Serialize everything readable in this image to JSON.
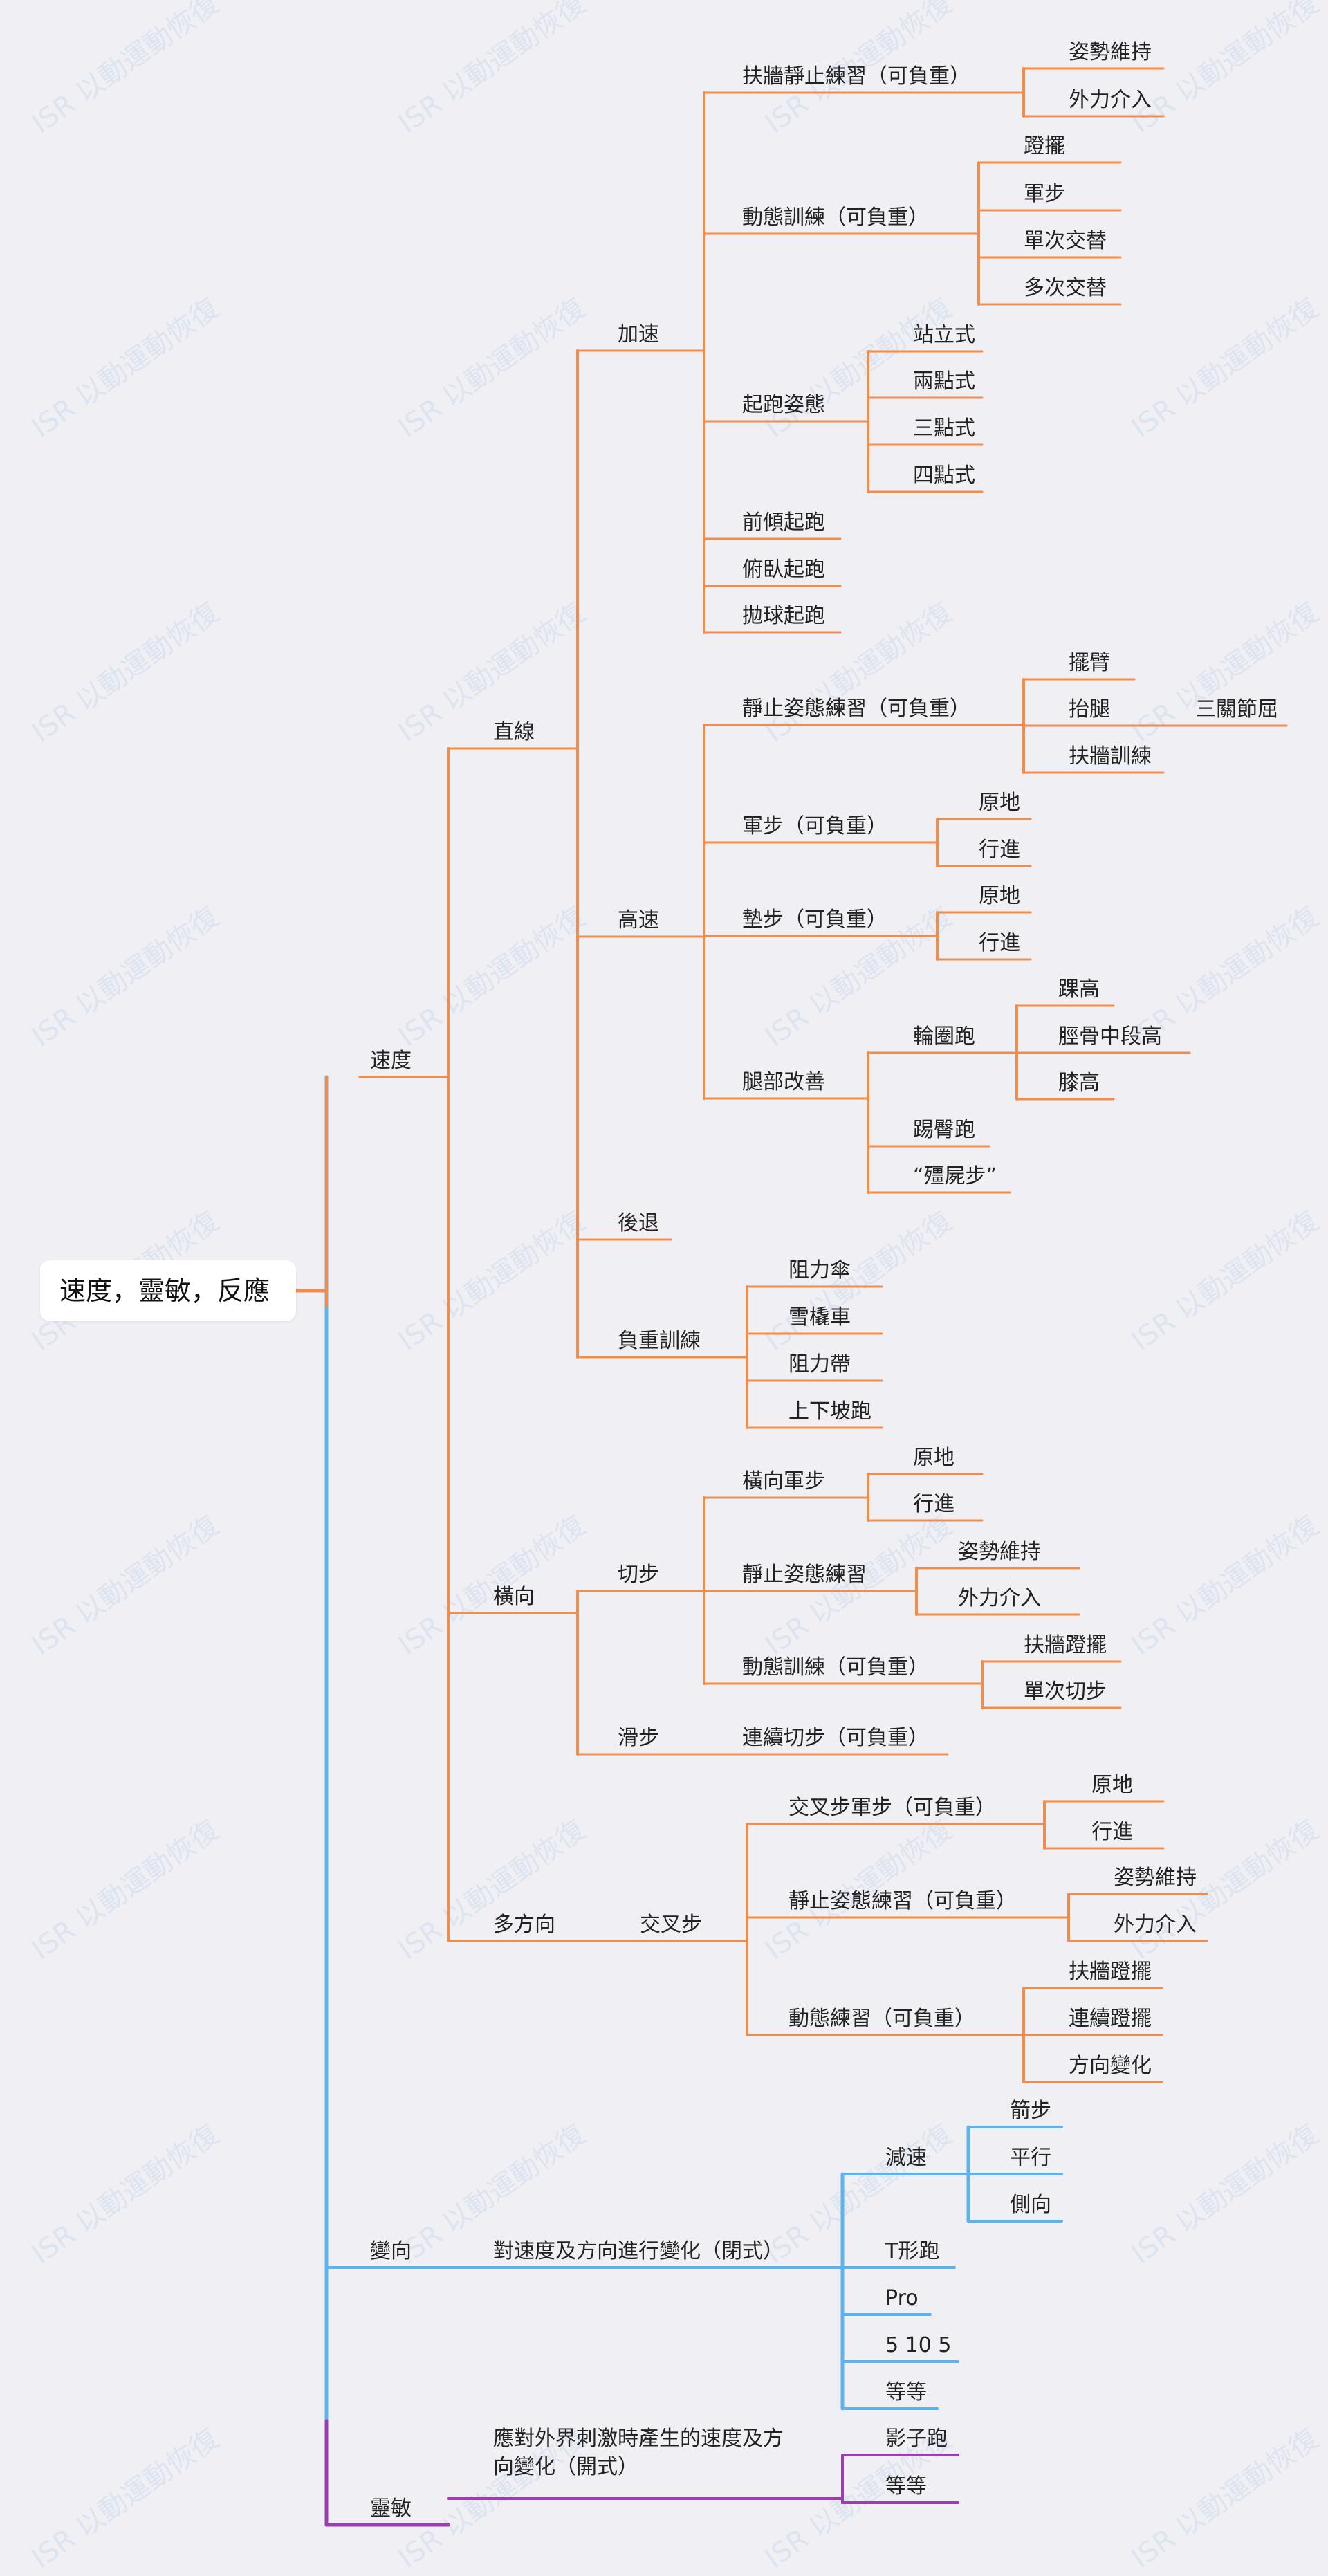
{
  "colors": {
    "orange": "#f28c4a",
    "blue": "#5bb4ee",
    "purple": "#9a3fb0",
    "background": "#f0eff4",
    "text": "#222222"
  },
  "watermark": "ISR 以動運動恢復",
  "root": "速度，靈敏，反應",
  "nodes": {
    "speed": "速度",
    "straight": "直線",
    "accel": "加速",
    "wall_static": "扶牆靜止練習（可負重）",
    "posture_hold": "姿勢維持",
    "external_force": "外力介入",
    "dynamic_train": "動態訓練（可負重）",
    "tap_step": "蹬擺",
    "march": "軍步",
    "single_alt": "單次交替",
    "multi_alt": "多次交替",
    "start_stance": "起跑姿態",
    "standing": "站立式",
    "two_point": "兩點式",
    "three_point": "三點式",
    "four_point": "四點式",
    "lean_start": "前傾起跑",
    "prone_start": "俯臥起跑",
    "ball_drop_start": "拋球起跑",
    "high_speed": "高速",
    "static_posture": "靜止姿態練習（可負重）",
    "arm_swing": "擺臂",
    "knee_lift": "抬腿",
    "triple_flexion": "三關節屈",
    "wall_train": "扶牆訓練",
    "march_loaded": "軍步（可負重）",
    "in_place_1": "原地",
    "moving_1": "行進",
    "skip_loaded": "墊步（可負重）",
    "in_place_2": "原地",
    "moving_2": "行進",
    "leg_improve": "腿部改善",
    "wheel_run": "輪圈跑",
    "ankle_high": "踝高",
    "mid_shin_high": "脛骨中段高",
    "knee_high": "膝高",
    "butt_kick": "踢臀跑",
    "zombie_step": "“殭屍步”",
    "backward": "後退",
    "resisted": "負重訓練",
    "parachute": "阻力傘",
    "sled": "雪橇車",
    "band": "阻力帶",
    "hill_run": "上下坡跑",
    "lateral": "橫向",
    "cut_step": "切步",
    "lateral_march": "橫向軍步",
    "in_place_3": "原地",
    "moving_3": "行進",
    "static_posture_2": "靜止姿態練習",
    "posture_hold_2": "姿勢維持",
    "external_force_2": "外力介入",
    "dynamic_train_2": "動態訓練（可負重）",
    "wall_tap": "扶牆蹬擺",
    "single_cut": "單次切步",
    "shuffle": "滑步",
    "continuous_cut": "連續切步（可負重）",
    "multi_dir": "多方向",
    "crossover": "交叉步",
    "cross_march": "交叉步軍步（可負重）",
    "in_place_4": "原地",
    "moving_4": "行進",
    "static_posture_3": "靜止姿態練習（可負重）",
    "posture_hold_3": "姿勢維持",
    "external_force_3": "外力介入",
    "dynamic_practice": "動態練習（可負重）",
    "wall_tap_2": "扶牆蹬擺",
    "continuous_tap": "連續蹬擺",
    "dir_change": "方向變化",
    "cod": "變向",
    "cod_desc": "對速度及方向進行變化（閉式）",
    "decel": "減速",
    "lunge_step": "箭步",
    "parallel": "平行",
    "lateral_2": "側向",
    "t_run": "T形跑",
    "pro": "Pro",
    "five_ten_five": "5 10 5",
    "etc_1": "等等",
    "agility": "靈敏",
    "agility_desc_1": "應對外界刺激時產生的速度及方",
    "agility_desc_2": "向變化（開式）",
    "shadow_run": "影子跑",
    "etc_2": "等等"
  }
}
